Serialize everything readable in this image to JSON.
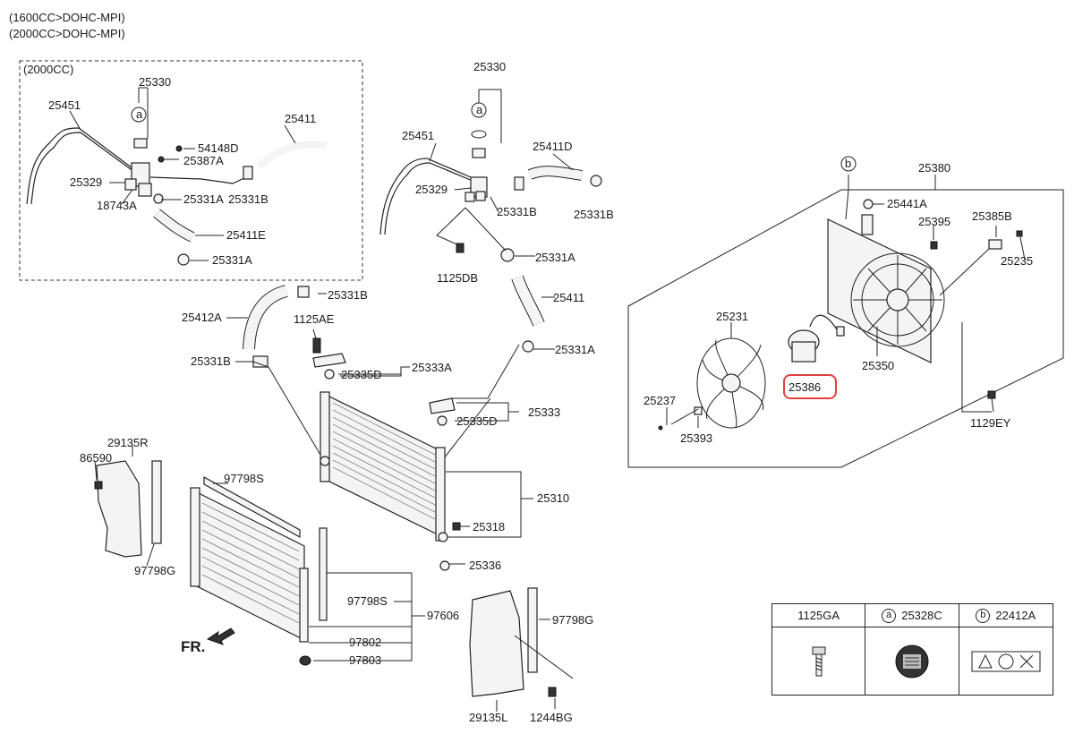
{
  "header": {
    "line1": "(1600CC>DOHC-MPI)",
    "line2": "(2000CC>DOHC-MPI)"
  },
  "inset": {
    "label": "(2000CC)"
  },
  "callouts": {
    "c1": "25330",
    "c2": "25451",
    "c3": "25411",
    "c4": "54148D",
    "c5": "25387A",
    "c6": "25329",
    "c7": "18743A",
    "c8": "25331A",
    "c9": "25331B",
    "c10": "25411E",
    "c11": "25331A",
    "m1": "25330",
    "m2": "25451",
    "m3": "25411D",
    "m4": "25329",
    "m5": "25331B",
    "m6": "25331B",
    "m7": "1125DB",
    "m8": "25331A",
    "m9": "25411",
    "m10": "25331B",
    "m11": "25412A",
    "m12": "1125AE",
    "m13": "25331B",
    "m14": "25333A",
    "m15": "25335D",
    "m16": "25331A",
    "m17": "25333",
    "m18": "25335D",
    "m19": "25310",
    "m20": "25318",
    "m21": "25336",
    "f1": "25380",
    "f2": "25441A",
    "f3": "25395",
    "f4": "25385B",
    "f5": "25235",
    "f6": "25231",
    "f7": "25386",
    "f8": "25350",
    "f9": "25237",
    "f10": "25393",
    "f11": "1129EY",
    "l1": "29135R",
    "l2": "86590",
    "l3": "97798S",
    "l4": "97798G",
    "l5": "97798S",
    "l6": "97606",
    "l7": "97802",
    "l8": "97803",
    "l9": "97798G",
    "l10": "29135L",
    "l11": "1244BG",
    "circle_a": "a",
    "circle_b": "b",
    "fr": "FR."
  },
  "legend": {
    "col1": {
      "code": "1125GA"
    },
    "col2": {
      "marker": "a",
      "code": "25328C"
    },
    "col3": {
      "marker": "b",
      "code": "22412A"
    }
  },
  "highlight": {
    "part": "25386",
    "color": "#e04040"
  }
}
